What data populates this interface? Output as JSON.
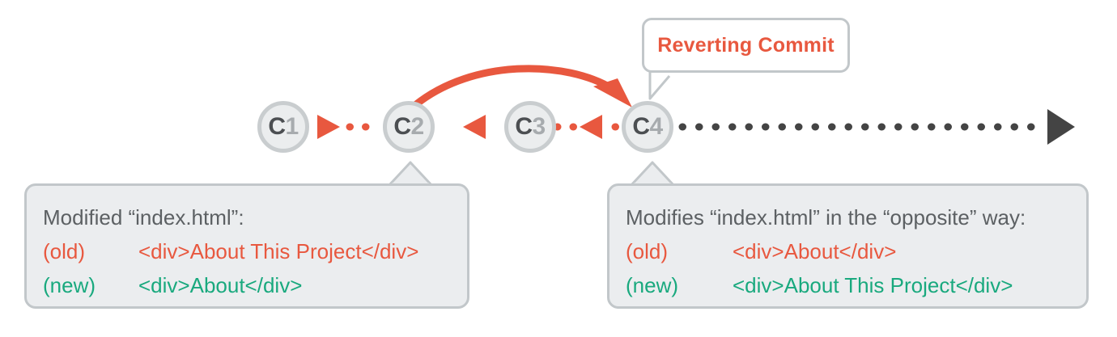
{
  "diagram": {
    "title": "Reverting Commit Diagram",
    "colors": {
      "red": "#e8583f",
      "green": "#19a97e",
      "node_fill": "#ebedee",
      "node_ring": "#c9cdcf",
      "box_fill": "#ebedef",
      "box_border": "#c2c7ca",
      "dark_gray": "#444444",
      "text_gray": "#5c6063"
    }
  },
  "commits": [
    {
      "name": "C1",
      "letter": "C",
      "number": "1"
    },
    {
      "name": "C2",
      "letter": "C",
      "number": "2"
    },
    {
      "name": "C3",
      "letter": "C",
      "number": "3"
    },
    {
      "name": "C4",
      "letter": "C",
      "number": "4"
    }
  ],
  "callout": {
    "label": "Reverting Commit"
  },
  "boxes": {
    "left": {
      "heading": "Modified “index.html”:",
      "old_label": "(old)",
      "old_code": "<div>About This Project</div>",
      "new_label": "(new)",
      "new_code": "<div>About</div>"
    },
    "right": {
      "heading": "Modifies “index.html” in the “opposite” way:",
      "old_label": "(old)",
      "old_code": "<div>About</div>",
      "new_label": "(new)",
      "new_code": "<div>About This Project</div>"
    }
  },
  "icons": {
    "revert_arrow": "curved-revert-arrow-icon",
    "parent_arrow": "dotted-parent-arrow-icon",
    "timeline_arrow": "dotted-timeline-arrow-icon",
    "callout_tail": "callout-tail-icon",
    "box_tail": "box-tail-icon"
  }
}
